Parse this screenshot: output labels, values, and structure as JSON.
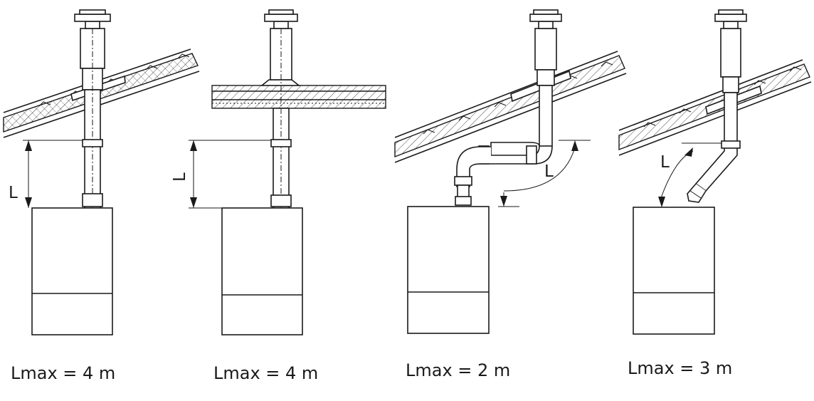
{
  "dimension_label": "L",
  "panels": [
    {
      "id": "p1",
      "roof": "pitched",
      "pipe": "straight",
      "caption": "Lmax = 4 m"
    },
    {
      "id": "p2",
      "roof": "flat",
      "pipe": "straight",
      "caption": "Lmax = 4 m"
    },
    {
      "id": "p3",
      "roof": "pitched",
      "pipe": "offset-90",
      "caption": "Lmax = 2 m"
    },
    {
      "id": "p4",
      "roof": "pitched",
      "pipe": "offset-45",
      "caption": "Lmax = 3 m"
    }
  ]
}
